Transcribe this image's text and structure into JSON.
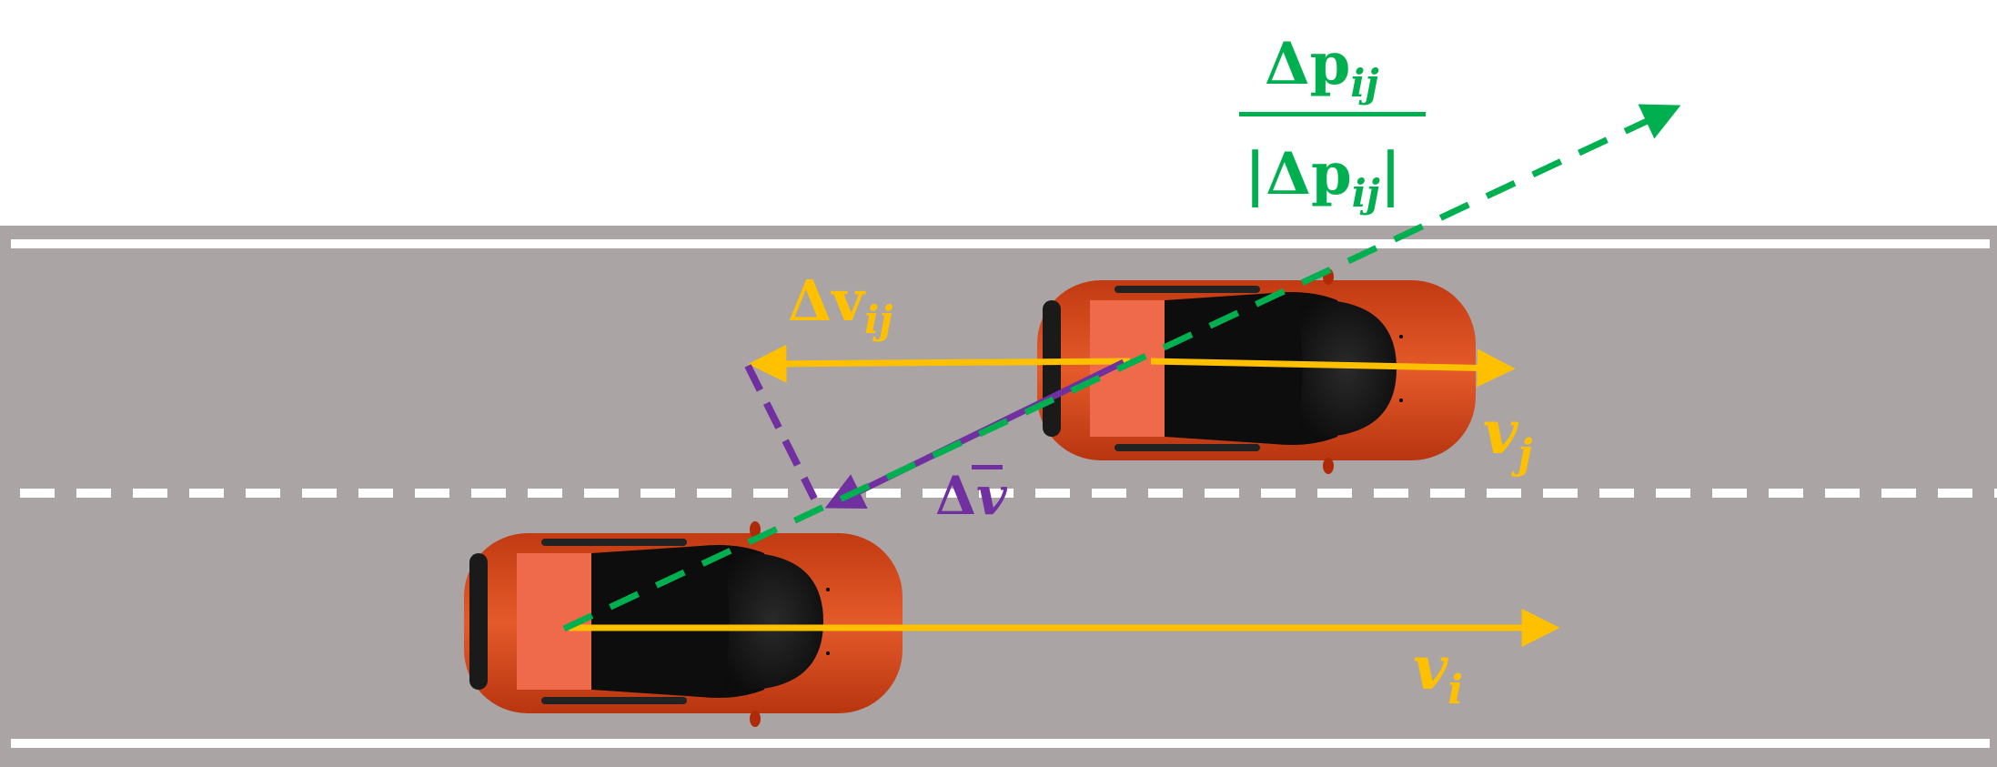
{
  "colors": {
    "road": "#aaa5a4",
    "lane_line": "#ffffff",
    "velocity": "#ffc000",
    "relative_velocity": "#7030a0",
    "position_vector": "#00b050",
    "car_body": "#d94a1e",
    "car_glass": "#151515"
  },
  "labels": {
    "unit_vector_numerator": "Δp",
    "unit_vector_numerator_sub": "ij",
    "unit_vector_denominator": "|Δp",
    "unit_vector_denominator_sub": "ij",
    "unit_vector_denominator_close": "|",
    "relative_velocity_label": "Δv",
    "relative_velocity_sub": "ij",
    "mean_velocity_delta": "Δ",
    "mean_velocity_var": "v",
    "velocity_j": "v",
    "velocity_j_sub": "j",
    "velocity_i": "v",
    "velocity_i_sub": "i"
  },
  "icons": {
    "car": "car-top-view-icon"
  }
}
